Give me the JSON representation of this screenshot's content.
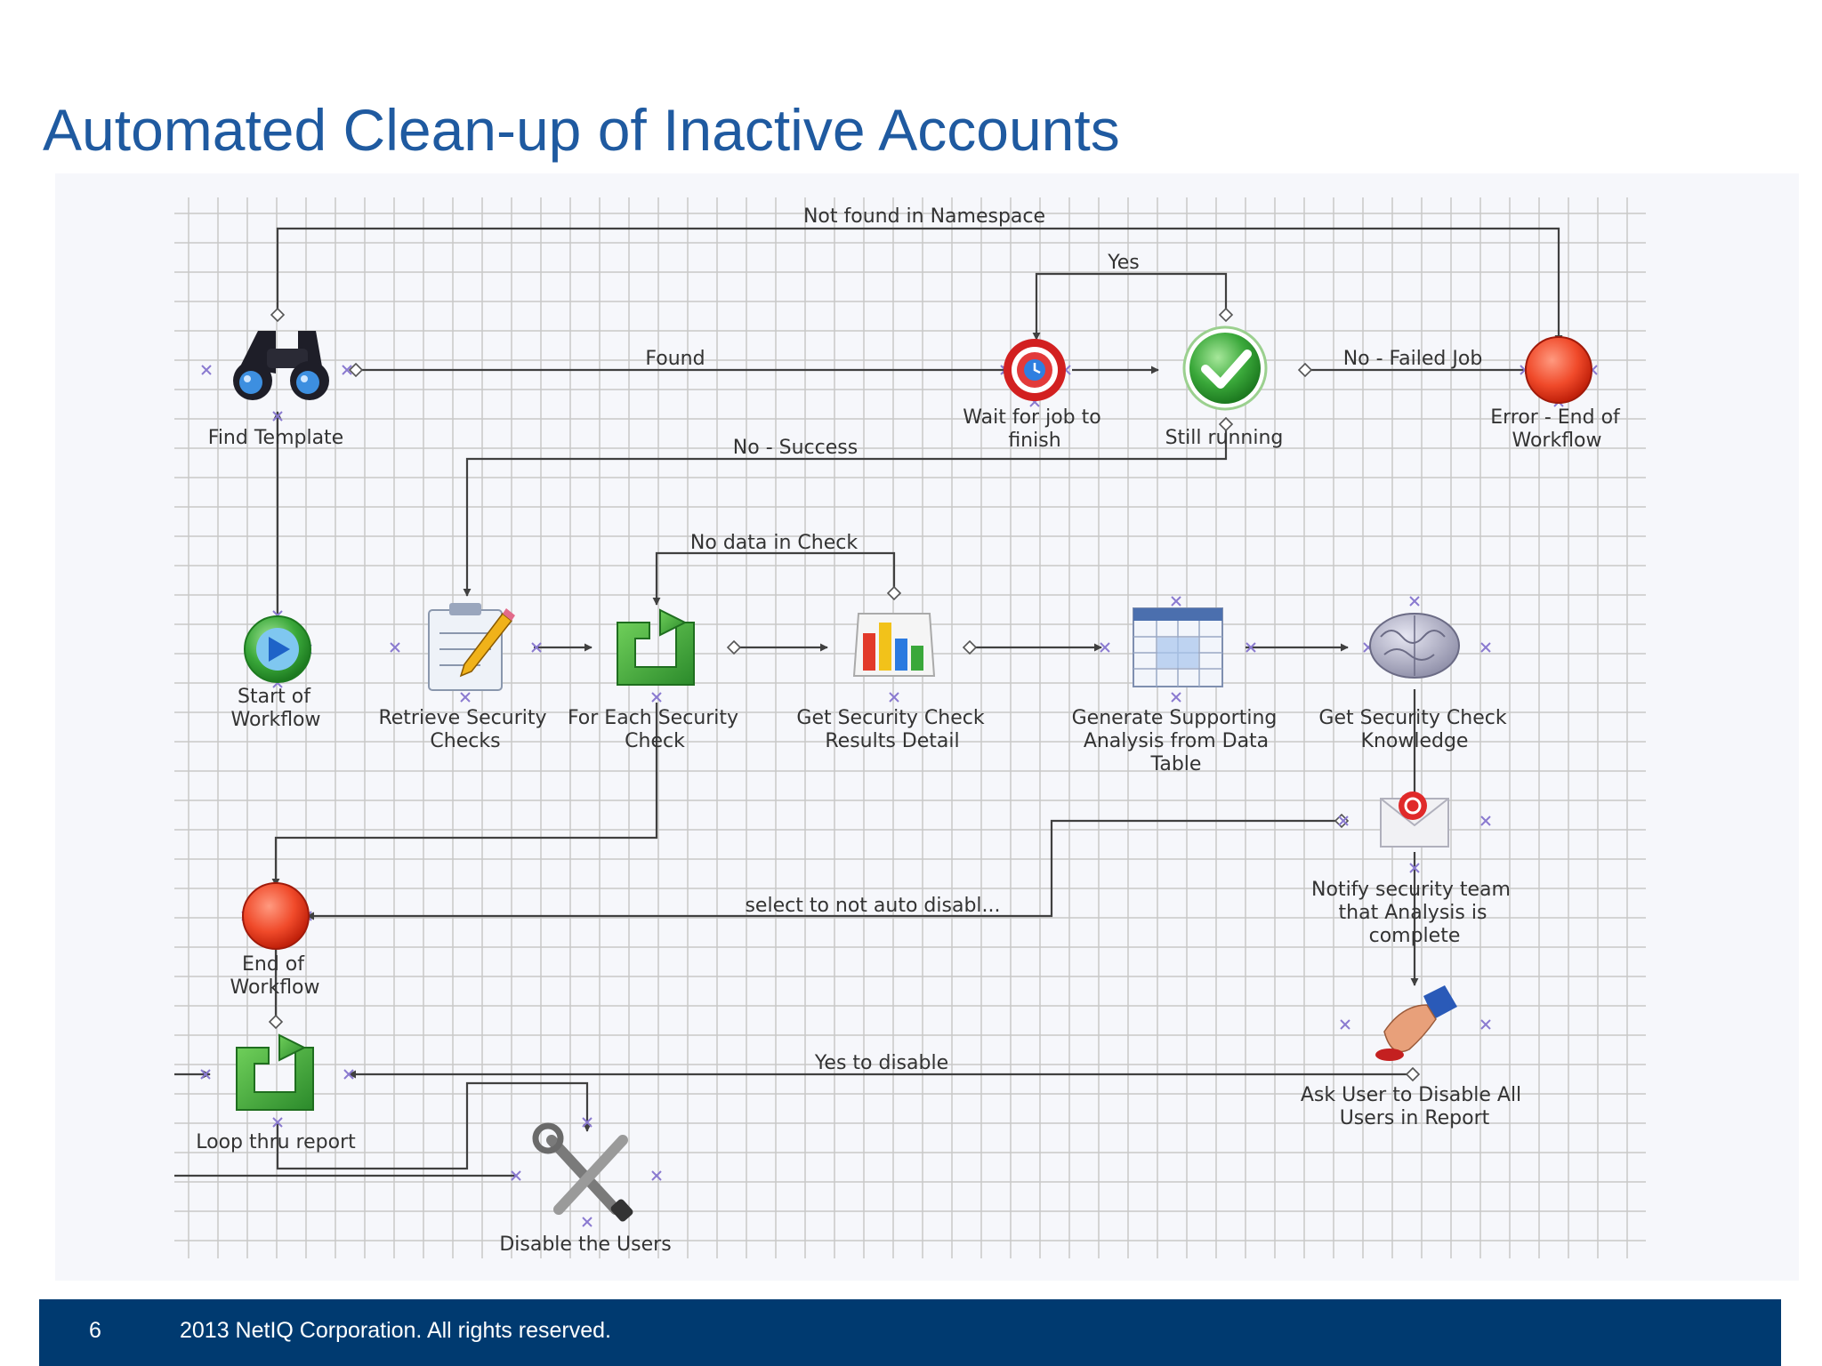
{
  "slide": {
    "title": "Automated Clean-up of Inactive Accounts",
    "page_number": "6",
    "footer": "2013 NetIQ Corporation. All rights reserved."
  },
  "colors": {
    "title": "#1f5aa0",
    "footer_bg": "#003a70",
    "grid": "#c8c8c8",
    "connector": "#404040",
    "handle": "#8a7ad0"
  },
  "nodes": [
    {
      "id": "find-template",
      "icon": "binoculars-icon",
      "label": [
        "Find Template"
      ]
    },
    {
      "id": "wait-for-job",
      "icon": "timer-icon",
      "label": [
        "Wait for job to",
        "finish"
      ]
    },
    {
      "id": "still-running",
      "icon": "checkmark-icon",
      "label": [
        "Still running"
      ]
    },
    {
      "id": "error-end",
      "icon": "stop-icon",
      "label": [
        "Error - End of",
        "Workflow"
      ]
    },
    {
      "id": "start",
      "icon": "play-icon",
      "label": [
        "Start of",
        "Workflow"
      ]
    },
    {
      "id": "retrieve-checks",
      "icon": "notepad-icon",
      "label": [
        "Retrieve Security",
        "Checks"
      ]
    },
    {
      "id": "for-each-check",
      "icon": "loop-icon",
      "label": [
        "For Each Security",
        "Check"
      ]
    },
    {
      "id": "get-results",
      "icon": "bar-chart-icon",
      "label": [
        "Get Security Check",
        "Results Detail"
      ]
    },
    {
      "id": "generate-analysis",
      "icon": "table-icon",
      "label": [
        "Generate Supporting",
        "Analysis from Data",
        "Table"
      ]
    },
    {
      "id": "get-knowledge",
      "icon": "brain-icon",
      "label": [
        "Get Security Check",
        "Knowledge"
      ]
    },
    {
      "id": "notify-team",
      "icon": "email-icon",
      "label": [
        "Notify security team",
        "that Analysis is",
        "complete"
      ]
    },
    {
      "id": "end",
      "icon": "stop-icon",
      "label": [
        "End of",
        "Workflow"
      ]
    },
    {
      "id": "loop-report",
      "icon": "loop-icon",
      "label": [
        "Loop thru report"
      ]
    },
    {
      "id": "ask-user",
      "icon": "hand-stamp-icon",
      "label": [
        "Ask User to Disable All",
        "Users in Report"
      ]
    },
    {
      "id": "disable-users",
      "icon": "tools-icon",
      "label": [
        "Disable the Users"
      ]
    }
  ],
  "edges": [
    {
      "id": "not-found",
      "label": "Not found in Namespace"
    },
    {
      "id": "yes-running",
      "label": "Yes"
    },
    {
      "id": "found",
      "label": "Found"
    },
    {
      "id": "failed-job",
      "label": "No - Failed Job"
    },
    {
      "id": "success",
      "label": "No - Success"
    },
    {
      "id": "no-data",
      "label": "No data in Check"
    },
    {
      "id": "select-not-disable",
      "label": "select to not auto disabl..."
    },
    {
      "id": "yes-disable",
      "label": "Yes to disable"
    }
  ]
}
